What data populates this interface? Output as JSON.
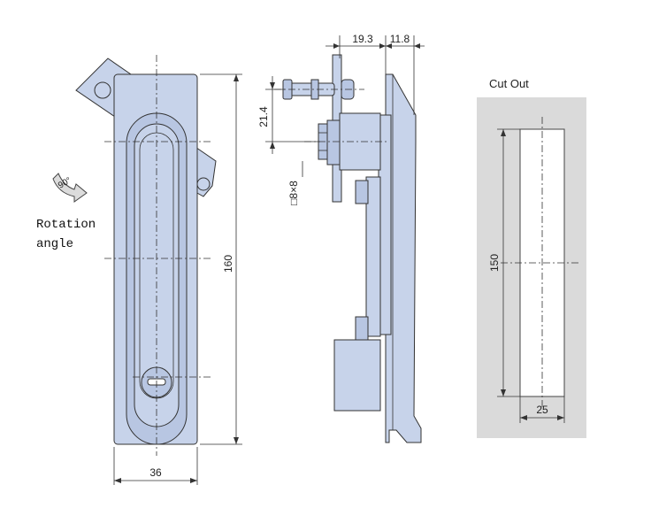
{
  "front_view": {
    "rotation_label_line1": "Rotation",
    "rotation_label_line2": "angle",
    "rotation_arrow_text": "90°",
    "dim_width": "36",
    "dim_height": "160"
  },
  "side_view": {
    "dim_top_a": "19.3",
    "dim_top_b": "11.8",
    "dim_offset": "21.4",
    "dim_square": "□8×8"
  },
  "cutout": {
    "title": "Cut Out",
    "dim_height": "150",
    "dim_width": "25"
  },
  "colors": {
    "part_fill": "#c7d3ea",
    "cutout_bg": "#dadada"
  }
}
